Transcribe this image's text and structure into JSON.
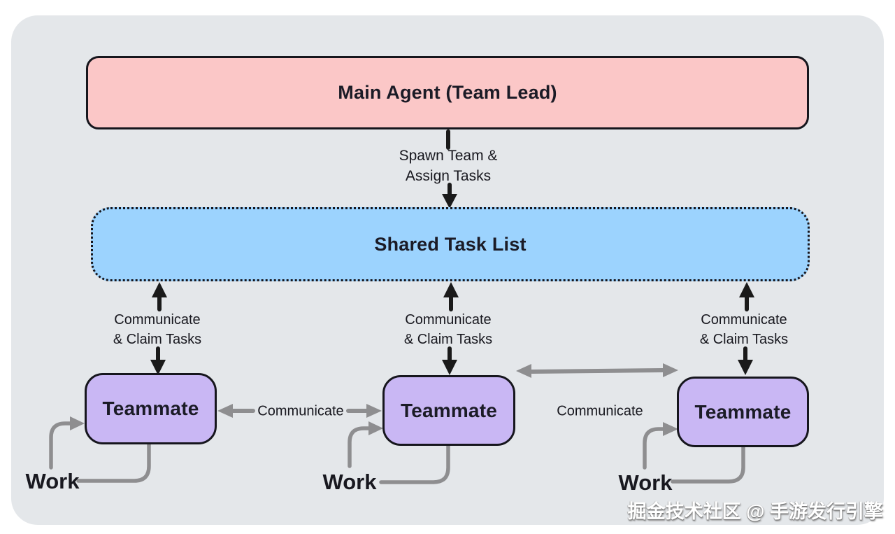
{
  "canvas": {
    "page_background": "#ffffff",
    "panel_color": "#e4e7ea",
    "border_color": "#16161d",
    "text_color": "#18181f"
  },
  "nodes": {
    "main_agent": {
      "label": "Main Agent (Team Lead)",
      "fill": "#fbc7c7",
      "border_style": "solid"
    },
    "shared_task_list": {
      "label": "Shared Task List",
      "fill": "#9cd3fe",
      "border_style": "dotted"
    },
    "teammates": [
      {
        "label": "Teammate",
        "fill": "#c9b7f4"
      },
      {
        "label": "Teammate",
        "fill": "#c9b7f4"
      },
      {
        "label": "Teammate",
        "fill": "#c9b7f4"
      }
    ]
  },
  "edges": {
    "arrow_black": "#1a1a1a",
    "arrow_gray": "#8e8e90",
    "spawn": {
      "label_line1": "Spawn Team &",
      "label_line2": "Assign Tasks"
    },
    "claim": [
      {
        "label_line1": "Communicate",
        "label_line2": "& Claim Tasks"
      },
      {
        "label_line1": "Communicate",
        "label_line2": "& Claim Tasks"
      },
      {
        "label_line1": "Communicate",
        "label_line2": "& Claim Tasks"
      }
    ],
    "peer_communication": [
      {
        "label": "Communicate"
      },
      {
        "label": "Communicate"
      }
    ],
    "work": [
      {
        "label": "Work"
      },
      {
        "label": "Work"
      },
      {
        "label": "Work"
      }
    ]
  },
  "watermark": {
    "text": "掘金技术社区 @ 手游发行引擎"
  }
}
